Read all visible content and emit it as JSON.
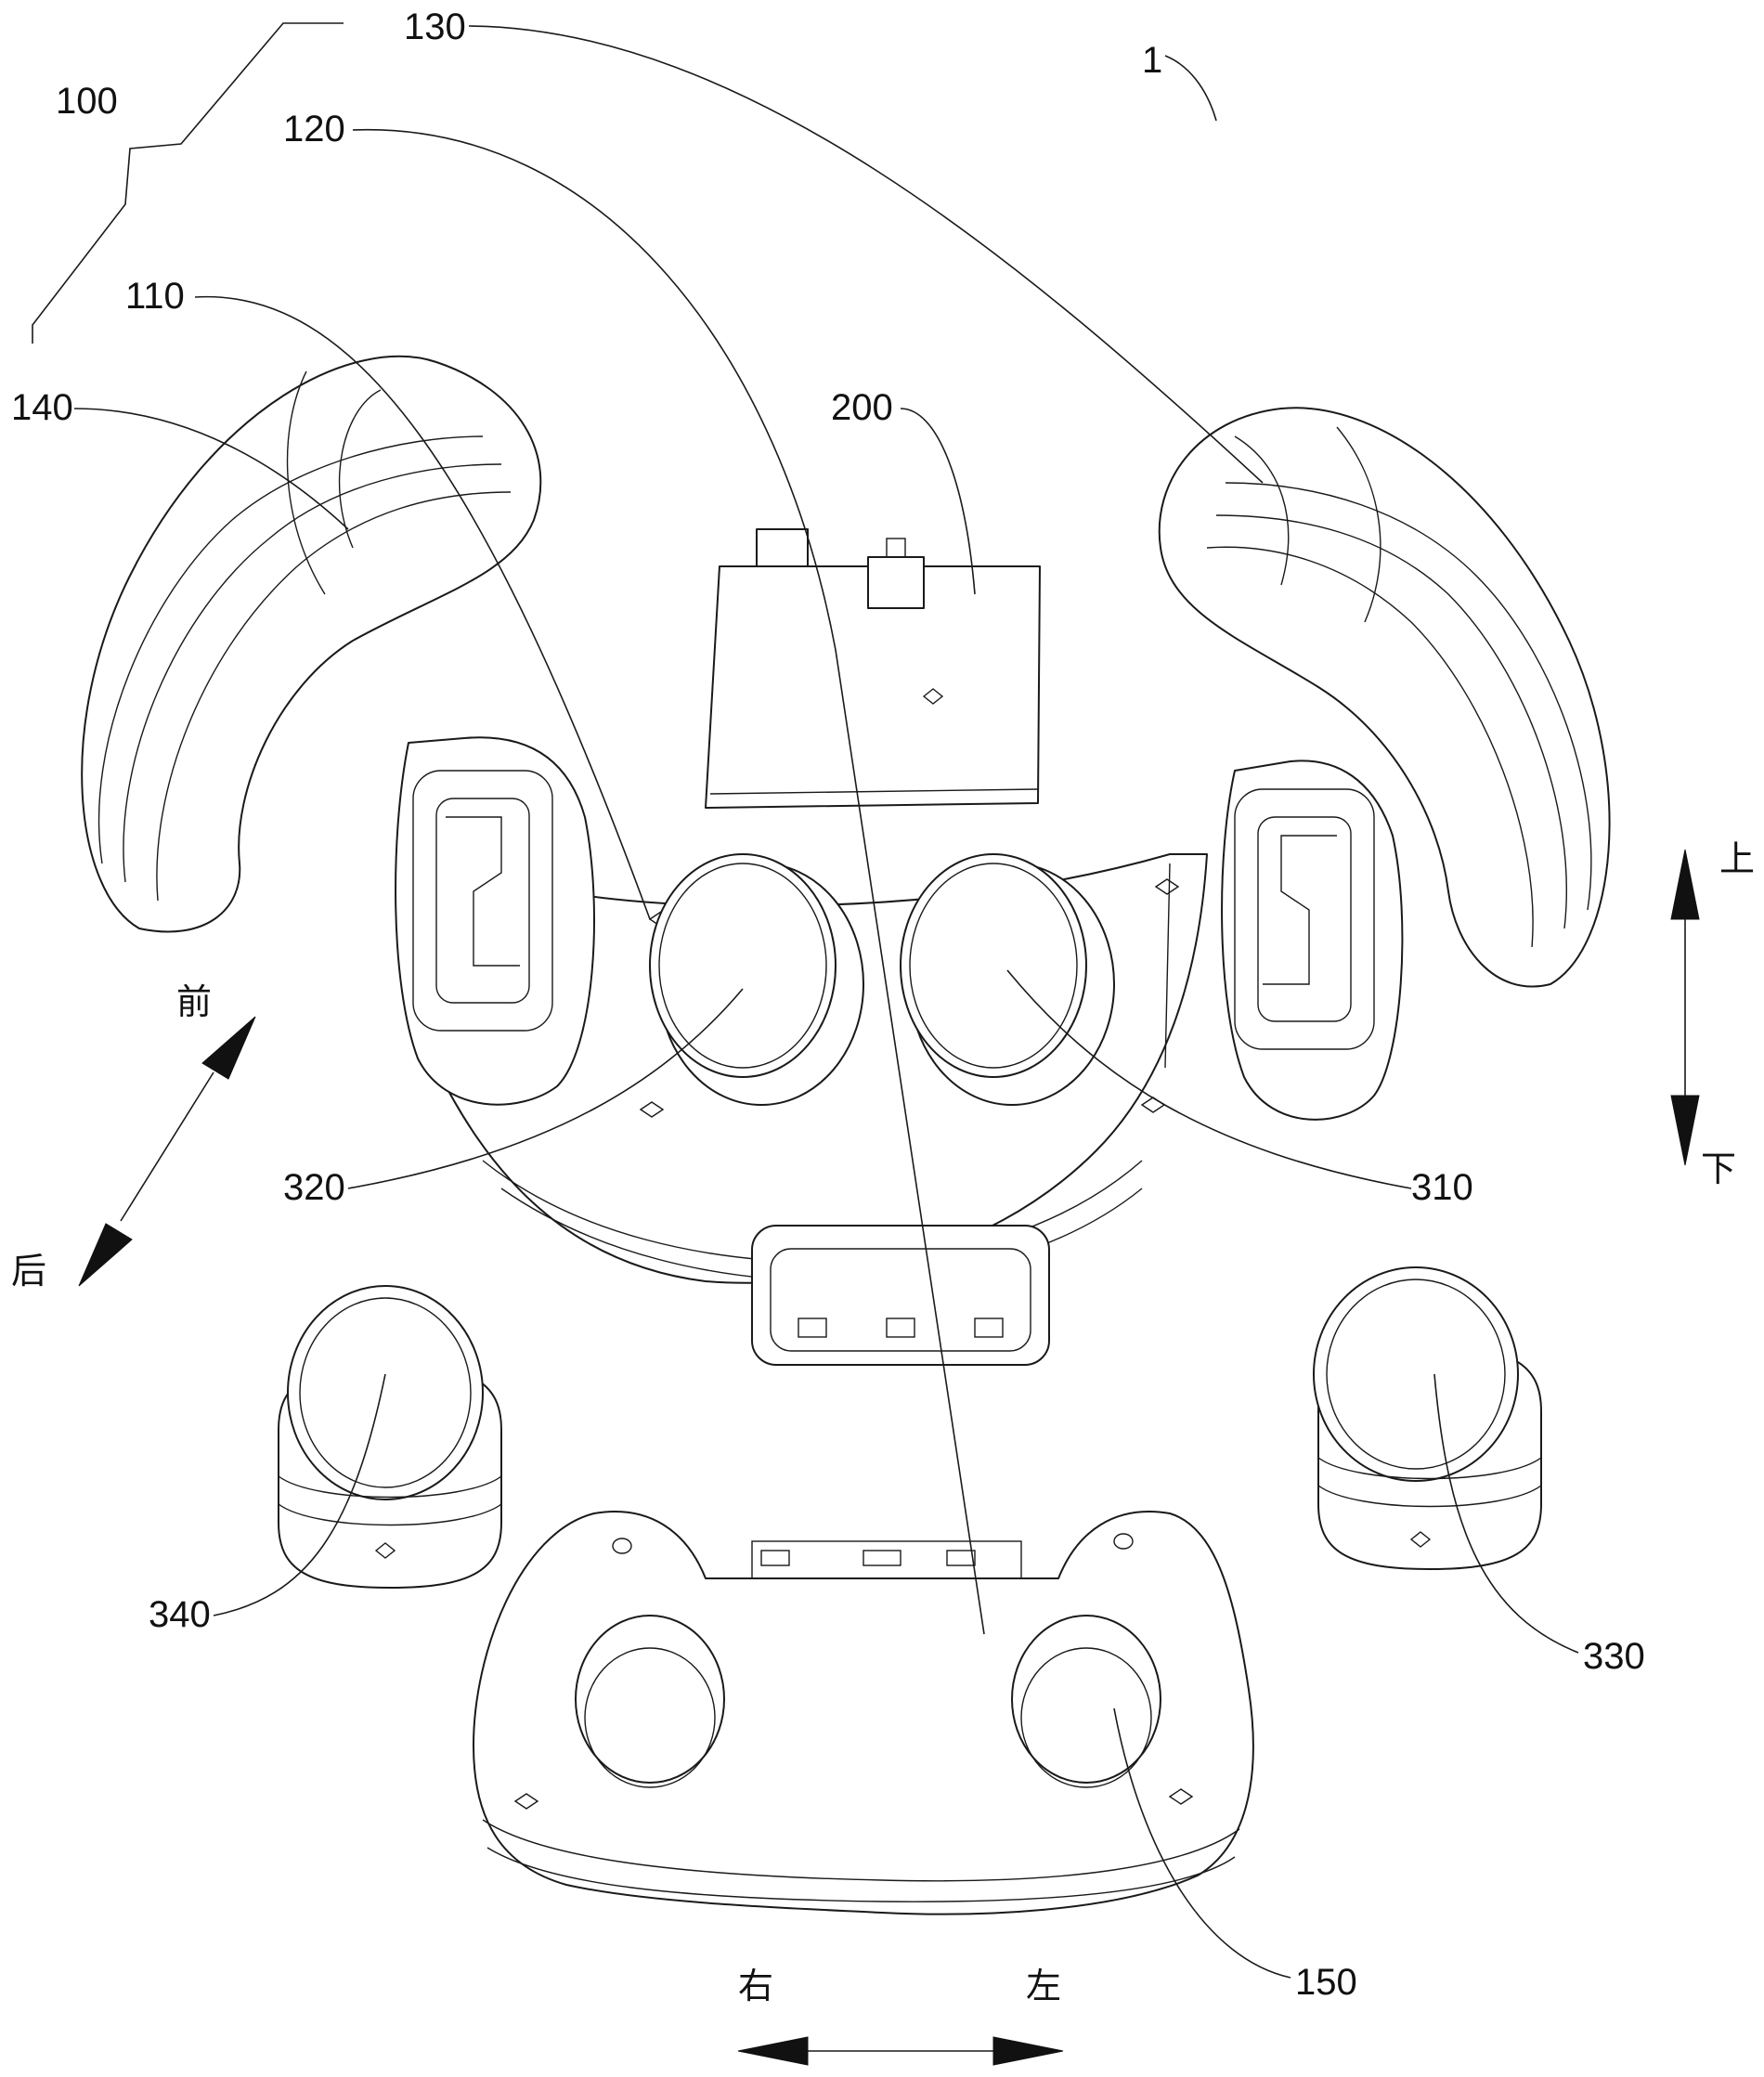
{
  "figure": {
    "assembly_ref": "1",
    "group_ref": "100",
    "parts": {
      "p110": "110",
      "p120": "120",
      "p130": "130",
      "p140": "140",
      "p150": "150",
      "p200": "200",
      "p310": "310",
      "p320": "320",
      "p330": "330",
      "p340": "340"
    },
    "directions": {
      "up": "上",
      "down": "下",
      "front": "前",
      "back": "后",
      "right": "右",
      "left": "左"
    }
  },
  "style": {
    "line_color": "#1a1a1a",
    "background": "#ffffff"
  }
}
